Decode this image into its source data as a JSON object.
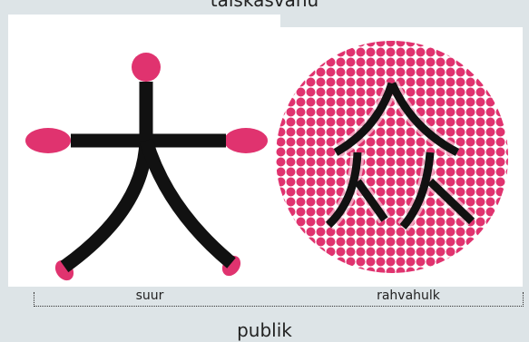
{
  "top_label": "täiskasvanu",
  "panels": [
    {
      "character": "大",
      "caption": "suur"
    },
    {
      "character": "众",
      "caption": "rahvahulk"
    }
  ],
  "bottom_label": "publik",
  "colors": {
    "background": "#dde4e7",
    "panel": "#ffffff",
    "accent_pink": "#e0336f",
    "stroke": "#111111"
  }
}
